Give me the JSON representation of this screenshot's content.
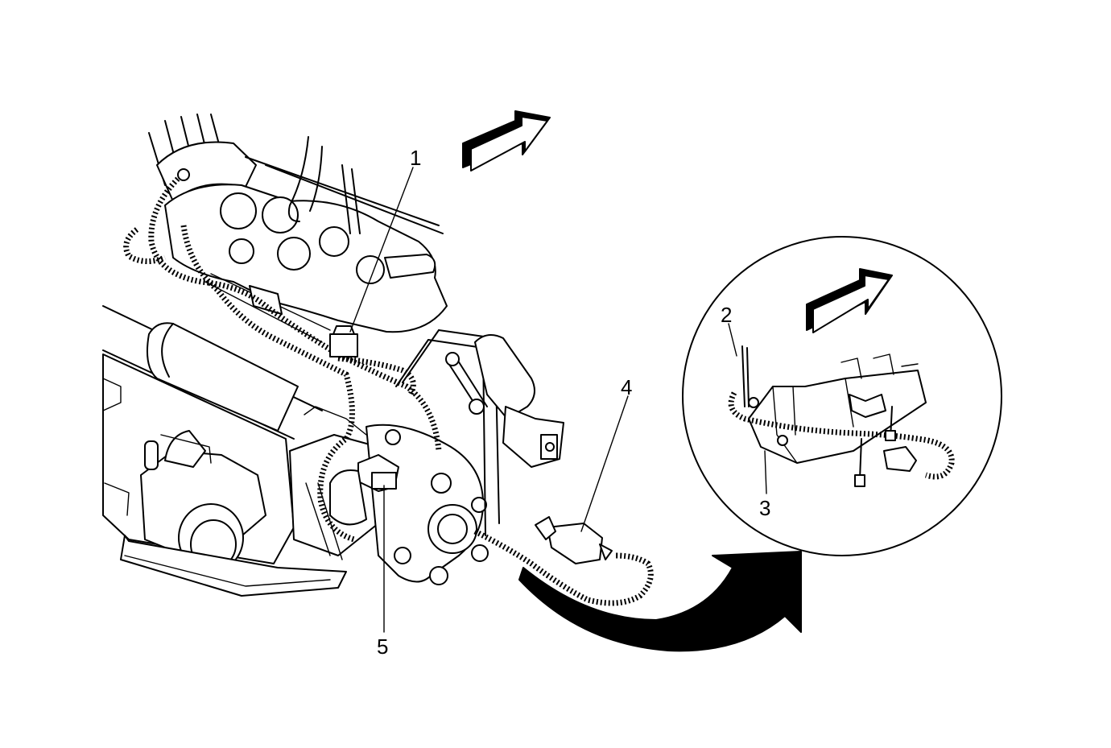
{
  "callouts": [
    {
      "id": "1",
      "label": "1"
    },
    {
      "id": "2",
      "label": "2"
    },
    {
      "id": "3",
      "label": "3"
    },
    {
      "id": "4",
      "label": "4"
    },
    {
      "id": "5",
      "label": "5"
    }
  ],
  "icons": {
    "forward_arrow": "front-direction-arrow-icon",
    "detail_arrow": "detail-view-curved-arrow-icon"
  },
  "colors": {
    "line": "#000000",
    "background": "#ffffff"
  }
}
